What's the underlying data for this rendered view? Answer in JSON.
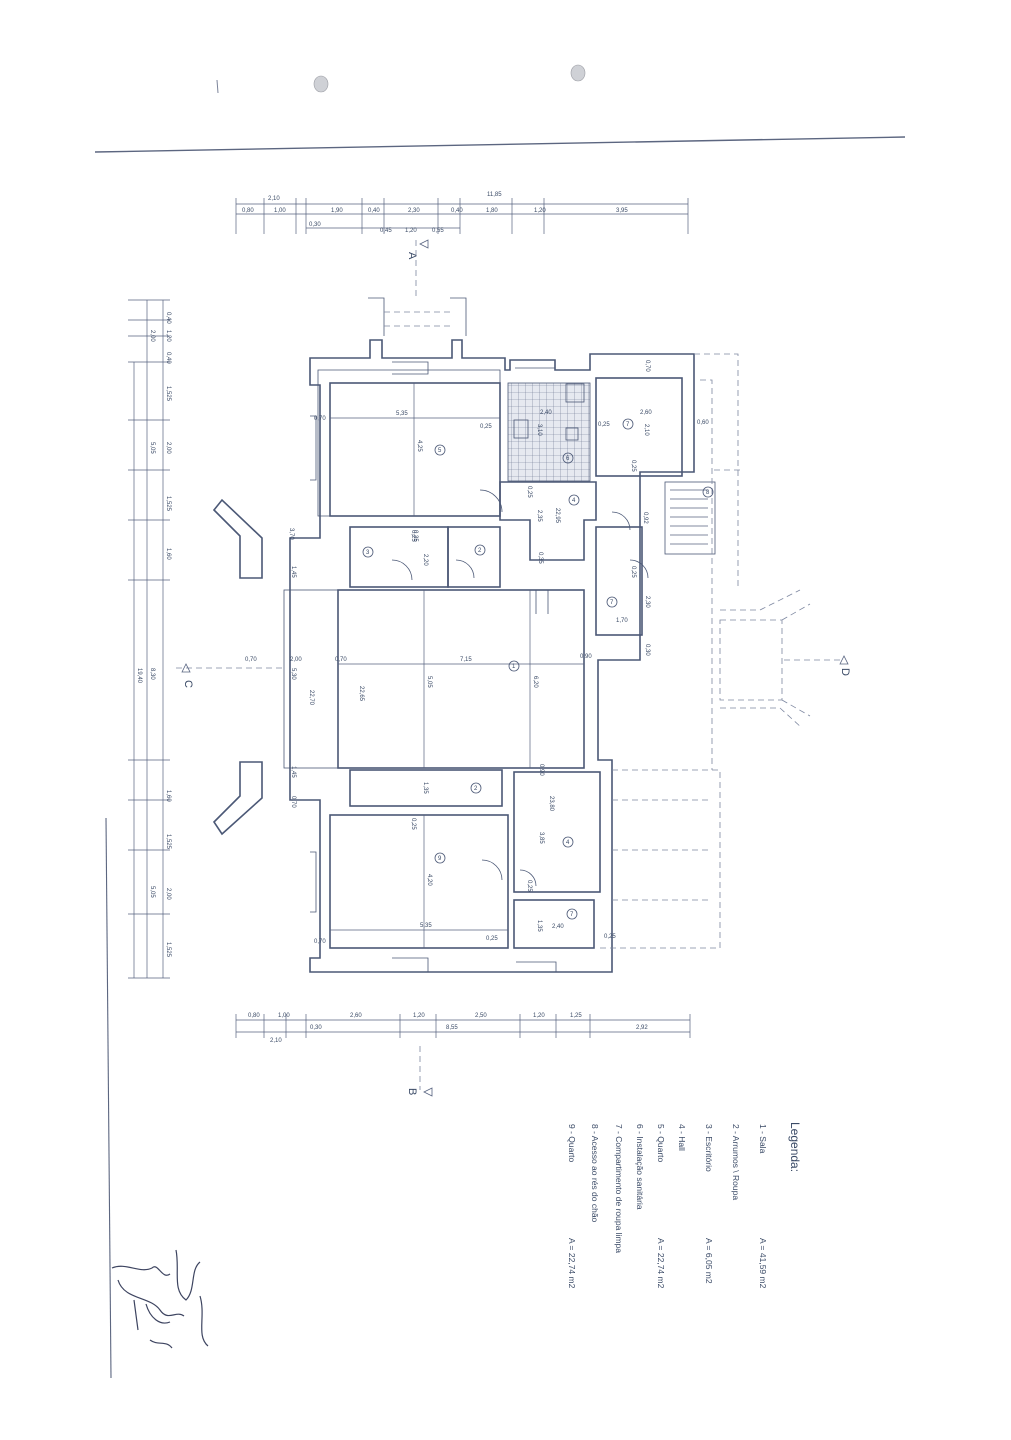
{
  "top_dims": {
    "overall_left": "2,10",
    "overall_right": "11,85",
    "row2": [
      "0,80",
      "1,00",
      "1,90",
      "0,40",
      "2,30",
      "0,40",
      "1,80",
      "1,20",
      "3,95"
    ],
    "row3": [
      "0,30",
      "0,45",
      "1,20",
      "0,55"
    ]
  },
  "bottom_dims": {
    "row1": [
      "0,80",
      "1,00",
      "2,60",
      "1,20",
      "2,50",
      "1,20",
      "1,25"
    ],
    "row2": [
      "2,10",
      "0,30",
      "8,55",
      "2,92"
    ]
  },
  "left_dims": {
    "outer": "19,40",
    "middle": [
      "2,00",
      "5,05",
      "8,30",
      "5,05"
    ],
    "inner": [
      "0,40",
      "1,20",
      "0,40",
      "1,525",
      "2,00",
      "1,525",
      "1,60",
      "1,60",
      "1,525",
      "2,00",
      "1,525"
    ]
  },
  "section_markers": {
    "a": "A",
    "b": "B",
    "c": "C",
    "d": "D"
  },
  "room_dims": {
    "r1": [
      "7,15",
      "5,05",
      "6,20",
      "22,65",
      "22,70",
      "2,00",
      "0,70",
      "0,70",
      "5,30",
      "0,90",
      "0,30"
    ],
    "r5": [
      "5,35",
      "4,25",
      "0,70",
      "0,25",
      "0,25"
    ],
    "r6": [
      "2,40",
      "3,10",
      "0,25"
    ],
    "r7a": [
      "2,60",
      "2,10",
      "0,25",
      "0,70",
      "0,60"
    ],
    "r4a": [
      "2,35",
      "22,95",
      "0,35",
      "0,25",
      "0,92"
    ],
    "r3": [
      "2,20",
      "0,25"
    ],
    "r7b": [
      "2,30",
      "1,70",
      "0,25"
    ],
    "left_stub": [
      "3,70",
      "1,45",
      "1,45",
      "0,70"
    ],
    "r2b": [
      "1,35"
    ],
    "r4b": [
      "23,80",
      "3,85",
      "0,90",
      "0,25"
    ],
    "r9": [
      "5,35",
      "4,20",
      "0,25",
      "0,70",
      "0,25"
    ],
    "r7c": [
      "2,40",
      "1,35",
      "0,25"
    ]
  },
  "room_numbers": [
    "1",
    "2",
    "2",
    "3",
    "4",
    "4",
    "5",
    "6",
    "7",
    "7",
    "7",
    "8",
    "9"
  ],
  "legend": {
    "title": "Legenda:",
    "items": [
      {
        "label": "1 - Sala",
        "area": "A = 41,59 m2"
      },
      {
        "label": "2 - Arrumos \\ Roupa",
        "area": ""
      },
      {
        "label": "3 - Escritório",
        "area": "A = 6,05 m2"
      },
      {
        "label": "4 - Hall",
        "area": ""
      },
      {
        "label": "5 - Quarto",
        "area": "A = 22,74 m2"
      },
      {
        "label": "6 - Instalação sanitária",
        "area": ""
      },
      {
        "label": "7 - Compartimento de roupa limpa",
        "area": ""
      },
      {
        "label": "8 - Acesso ao rés do chão",
        "area": ""
      },
      {
        "label": "9 - Quarto",
        "area": "A = 22,74 m2"
      }
    ]
  },
  "colors": {
    "ink": "#4b5876",
    "text": "#3a4a66",
    "tile": "#d9dde6"
  }
}
